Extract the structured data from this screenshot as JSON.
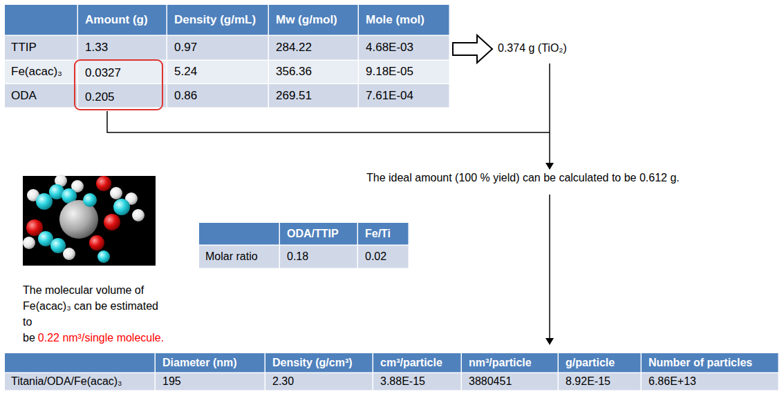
{
  "diagram": {
    "nodes": [
      {
        "text": [
          "0.0327",
          "0.205"
        ]
      }
    ],
    "labels": [
      "Amount (g)",
      "Density (g/mL)",
      "Mw (g/mol)",
      "Mole (mol)",
      "TTIP",
      "1.33",
      "0.97",
      "284.22",
      "4.68E-03",
      "Fe(acac)₃",
      "5.24",
      "356.36",
      "9.18E-05",
      "ODA",
      "0.86",
      "269.51",
      "7.61E-04",
      "0.374 g (TiO₂)",
      "The ideal amount (100 % yield) can be calculated to be 0.612 g.",
      "The molecular volume of Fe(acac)₃ can be estimated to be",
      "0.22 nm³/single molecule.",
      "ODA/TTIP",
      "Fe/Ti",
      "Molar ratio",
      "0.18",
      "0.02",
      "Diameter (nm)",
      "Density (g/cm³)",
      "cm³/particle",
      "nm³/particle",
      "g/particle",
      "Number of particles",
      "Titania/ODA/Fe(acac)₃",
      "195",
      "2.30",
      "3.88E-15",
      "3880451",
      "8.92E-15",
      "6.86E+13"
    ]
  }
}
